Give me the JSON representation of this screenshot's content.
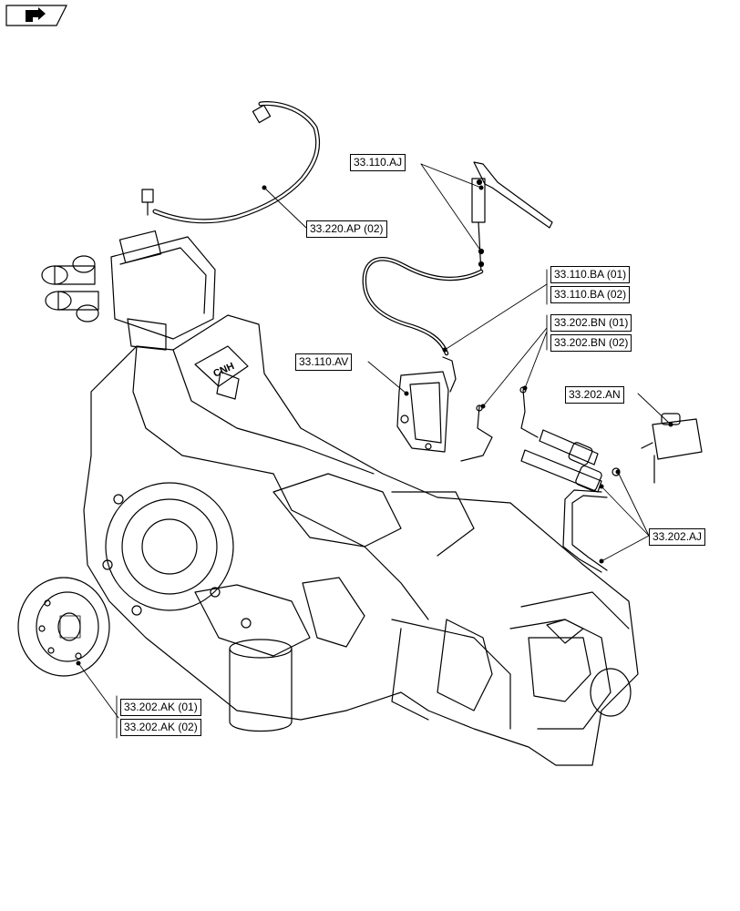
{
  "nav": {
    "icon": "navigation-arrow-icon"
  },
  "logo": {
    "text": "CNH"
  },
  "callouts": {
    "ap02": "33.220.AP (02)",
    "aj": "33.110.AJ",
    "ba01": "33.110.BA (01)",
    "ba02": "33.110.BA (02)",
    "bn01": "33.202.BN (01)",
    "bn02": "33.202.BN (02)",
    "av": "33.110.AV",
    "an": "33.202.AN",
    "aj2": "33.202.AJ",
    "ak01": "33.202.AK (01)",
    "ak02": "33.202.AK (02)"
  }
}
